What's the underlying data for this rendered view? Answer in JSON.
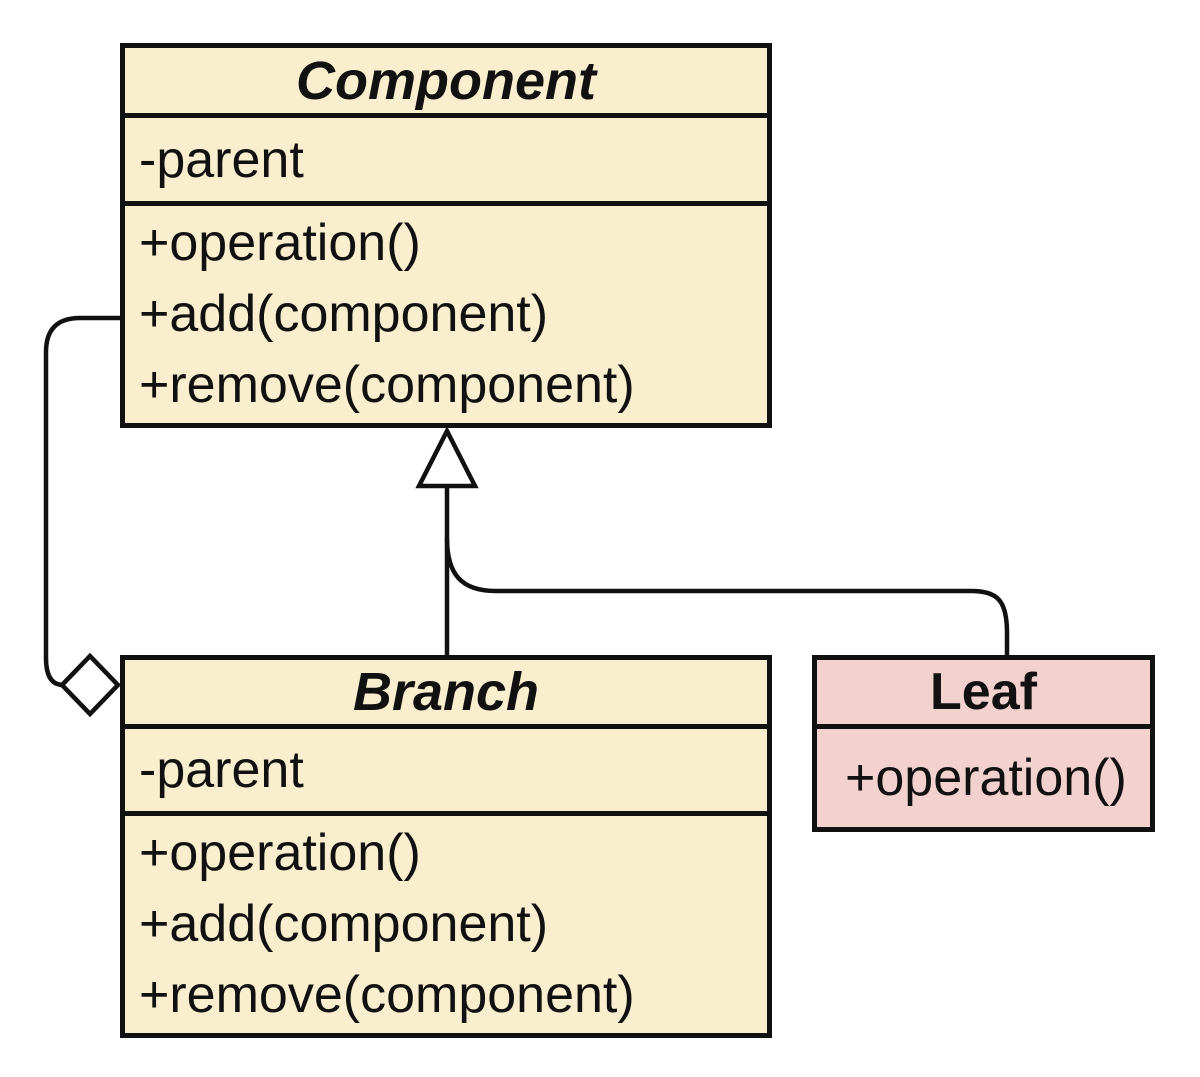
{
  "diagram": {
    "kind": "uml-class-diagram",
    "pattern": "Composite",
    "classes": [
      {
        "name": "Component",
        "name_style": "bold-italic",
        "attributes": [
          "-parent"
        ],
        "methods": [
          "+operation()",
          "+add(component)",
          "+remove(component)"
        ],
        "fill": "#F9EFCE"
      },
      {
        "name": "Branch",
        "name_style": "bold-italic",
        "attributes": [
          "-parent"
        ],
        "methods": [
          "+operation()",
          "+add(component)",
          "+remove(component)"
        ],
        "fill": "#F9EFCE"
      },
      {
        "name": "Leaf",
        "name_style": "bold",
        "attributes": [],
        "methods": [
          "+operation()"
        ],
        "fill": "#F2D1CF"
      }
    ],
    "relationships": [
      {
        "type": "inheritance",
        "from": "Branch",
        "to": "Component",
        "marker": "hollow-triangle"
      },
      {
        "type": "inheritance",
        "from": "Leaf",
        "to": "Component",
        "marker": "hollow-triangle"
      },
      {
        "type": "aggregation",
        "from": "Component",
        "to": "Branch",
        "marker": "hollow-diamond"
      }
    ],
    "colors": {
      "class_fill": "#F9EFCE",
      "leaf_fill": "#F2D1CF",
      "line": "#111111",
      "marker_fill": "#FFFFFF",
      "background": "#FFFFFF"
    }
  }
}
